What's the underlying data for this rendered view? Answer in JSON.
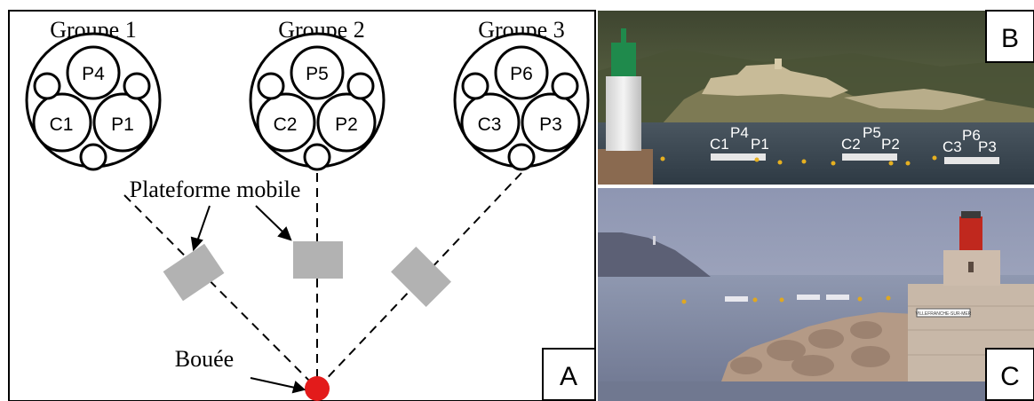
{
  "panel_a": {
    "letter": "A",
    "groups": [
      {
        "title": "Groupe 1",
        "top": "P4",
        "left": "C1",
        "right": "P1"
      },
      {
        "title": "Groupe 2",
        "top": "P5",
        "left": "C2",
        "right": "P2"
      },
      {
        "title": "Groupe 3",
        "top": "P6",
        "left": "C3",
        "right": "P3"
      }
    ],
    "platform_label": "Plateforme mobile",
    "buoy_label": "Bouée"
  },
  "panel_b": {
    "letter": "B",
    "labels": [
      "C1",
      "P4",
      "P1",
      "C2",
      "P5",
      "P2",
      "C3",
      "P6",
      "P3"
    ]
  },
  "panel_c": {
    "letter": "C",
    "sign_text": "VILLEFRANCHE-SUR-MER"
  },
  "colors": {
    "buoy": "#e31b1b",
    "platform": "#b2b2b2",
    "lighthouse_green": "#1f8a4c",
    "lighthouse_red": "#c0281e"
  }
}
